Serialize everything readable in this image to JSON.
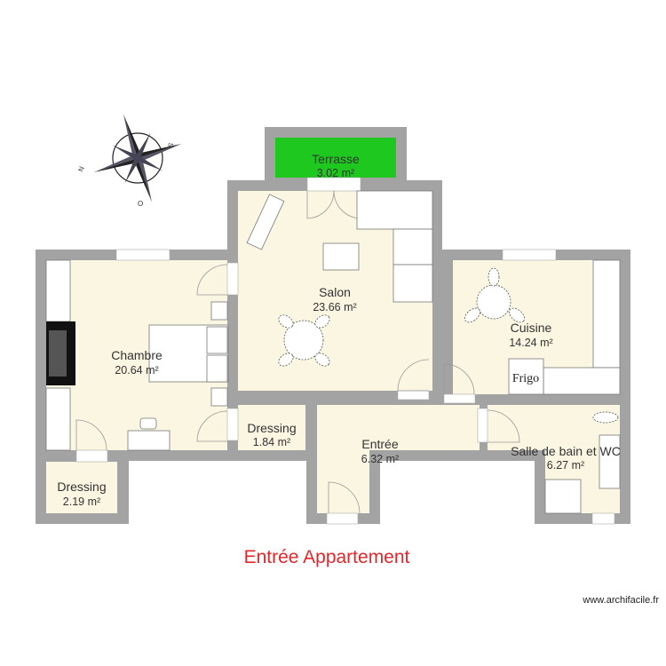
{
  "rooms": [
    {
      "name": "Terrasse",
      "area": "3.02 m²"
    },
    {
      "name": "Salon",
      "area": "23.66 m²"
    },
    {
      "name": "Chambre",
      "area": "20.64 m²"
    },
    {
      "name": "Cuisine",
      "area": "14.24 m²"
    },
    {
      "name": "Dressing",
      "area": "1.84 m²"
    },
    {
      "name": "Entrée",
      "area": "6.32 m²"
    },
    {
      "name": "Salle de bain et WC",
      "area": "6.27 m²"
    },
    {
      "name": "Dressing",
      "area": "2.19 m²"
    }
  ],
  "fixtures": {
    "fridge": "Frigo"
  },
  "compass": {
    "labels": [
      "N",
      "S",
      "O"
    ]
  },
  "entrance_label": "Entrée Appartement",
  "watermark": "www.archifacile.fr",
  "colors": {
    "terrace": "#1ec81e",
    "floor": "#fbf6e2",
    "wall": "#a3a3a3",
    "entrance_label": "#e3262a"
  }
}
